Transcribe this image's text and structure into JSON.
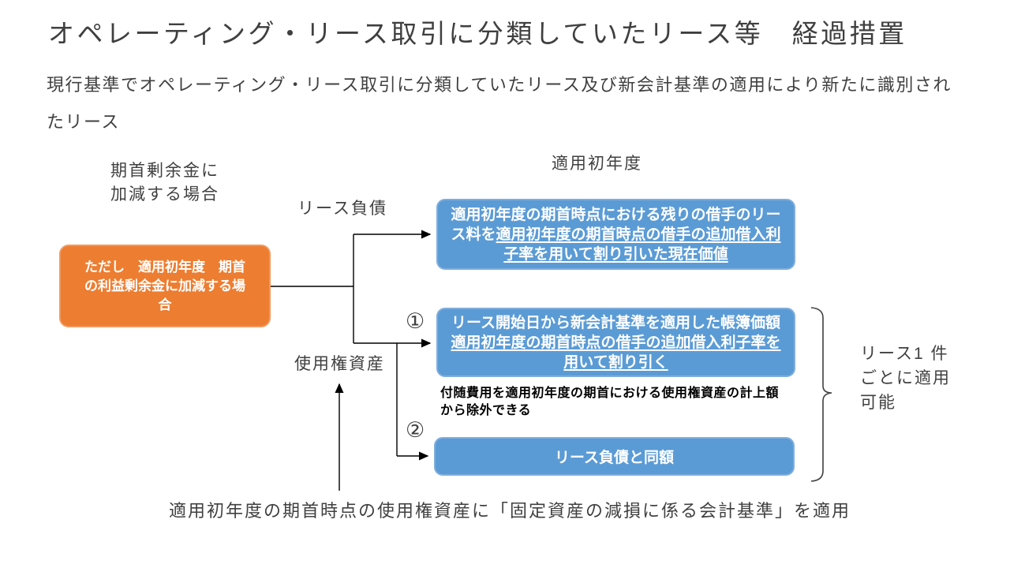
{
  "slide": {
    "title": "オペレーティング・リース取引に分類していたリース等　経過措置",
    "subtitle": "現行基準でオペレーティング・リース取引に分類していたリース及び新会計基準の適用により新たに識別されたリース"
  },
  "labels": {
    "retained_earnings_case": {
      "line1": "期首剰余金に",
      "line2": "加減する場合"
    },
    "first_year_header": "適用初年度",
    "lease_liability": "リース負債",
    "right_of_use_asset": "使用権資産",
    "step1": "①",
    "step2": "②",
    "per_lease": {
      "line1": "リース1 件",
      "line2": "ごとに適用",
      "line3": "可能"
    },
    "bottom_note": "適用初年度の期首時点の使用権資産に「固定資産の減損に係る会計基準」を適用"
  },
  "boxes": {
    "orange": {
      "text": "ただし　適用初年度　期首の利益剰余金に加減する場合"
    },
    "blue1": {
      "text_plain": "適用初年度の期首時点における残りの借手のリース料を",
      "text_underlined": "適用初年度の期首時点の借手の追加借入利子率を用いて割り引いた現在価値"
    },
    "blue2": {
      "text_plain": "リース開始日から新会計基準を適用した帳簿価額",
      "text_underlined": "適用初年度の期首時点の借手の追加借入利子率を用いて割り引く"
    },
    "blue3": {
      "text": "リース負債と同額"
    },
    "incidental_note": {
      "line1": "付随費用を適用初年度の期首における使用権資産の計上額",
      "line2": "から除外できる"
    }
  },
  "colors": {
    "orange_fill": "#ED7D31",
    "orange_border": "#F19A5E",
    "blue_fill": "#5B9BD5",
    "blue_border": "#7FAEDD",
    "title_text": "#3F3F3F",
    "body_text": "#404040",
    "box_text": "#FFFFFF",
    "note_text": "#000000",
    "connector": "#000000"
  }
}
